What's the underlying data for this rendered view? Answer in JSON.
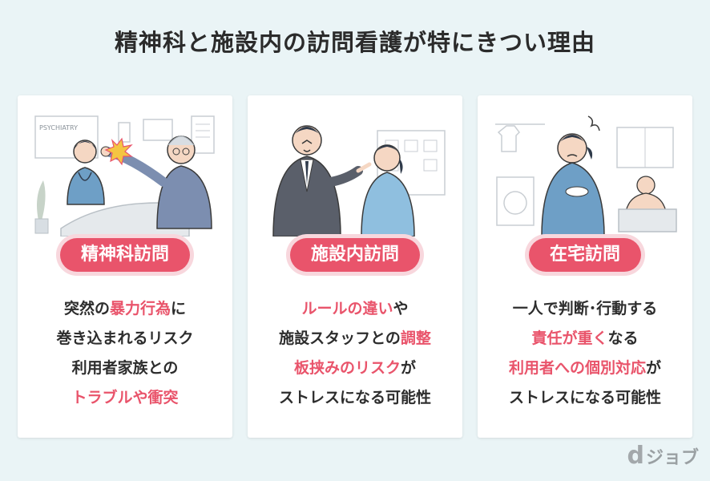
{
  "title": "精神科と施設内の訪問看護が特にきつい理由",
  "cards": [
    {
      "label": "精神科訪問",
      "sign": "PSYCHIATRY",
      "lines": [
        [
          {
            "t": "突然の"
          },
          {
            "t": "暴力行為",
            "h": true
          },
          {
            "t": "に"
          }
        ],
        [
          {
            "t": "巻き込まれるリスク"
          }
        ],
        [
          {
            "t": "利用者家族との"
          }
        ],
        [
          {
            "t": "トラブルや衝突",
            "h": true
          }
        ]
      ]
    },
    {
      "label": "施設内訪問",
      "lines": [
        [
          {
            "t": "ルールの違い",
            "h": true
          },
          {
            "t": "や"
          }
        ],
        [
          {
            "t": "施設スタッフとの"
          },
          {
            "t": "調整",
            "h": true
          }
        ],
        [
          {
            "t": "板挟みのリスク",
            "h": true
          },
          {
            "t": "が"
          }
        ],
        [
          {
            "t": "ストレスになる可能性"
          }
        ]
      ]
    },
    {
      "label": "在宅訪問",
      "lines": [
        [
          {
            "t": "一人で判断･行動する"
          }
        ],
        [
          {
            "t": "責任が重く",
            "h": true
          },
          {
            "t": "なる"
          }
        ],
        [
          {
            "t": "利用者への個別対応",
            "h": true
          },
          {
            "t": "が"
          }
        ],
        [
          {
            "t": "ストレスになる可能性"
          }
        ]
      ]
    }
  ],
  "logo": {
    "mark": "d",
    "text": "ジョブ"
  },
  "colors": {
    "accent": "#e9546b",
    "accent_soft": "#f8d7dd",
    "background": "#eaf4f6",
    "nurse": "#6e9fc6"
  }
}
